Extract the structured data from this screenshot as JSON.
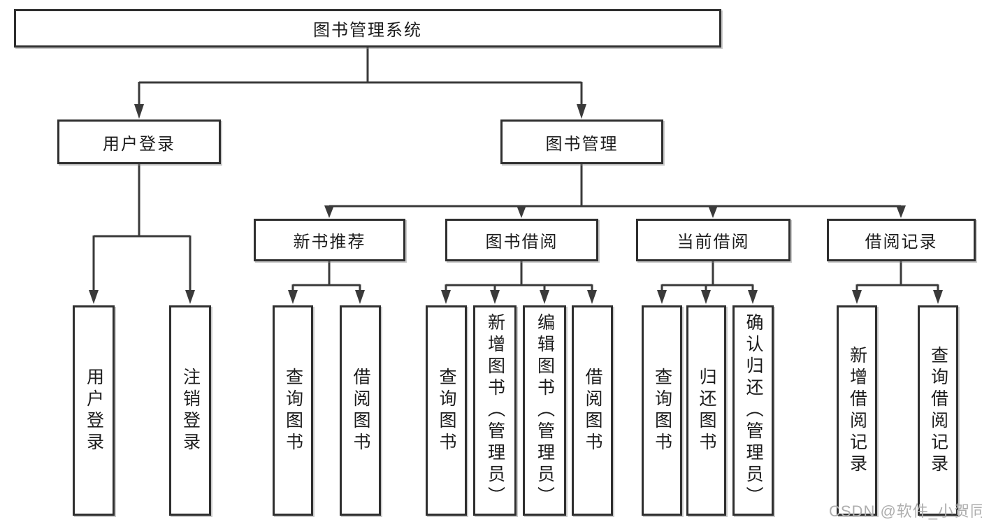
{
  "diagram": {
    "nodes": {
      "root": "图书管理系统",
      "user_login": "用户登录",
      "book_mgmt": "图书管理",
      "new_books": "新书推荐",
      "book_borrow": "图书借阅",
      "current_borrow": "当前借阅",
      "borrow_records": "借阅记录"
    },
    "leaves": {
      "user_login": [
        "用户登录",
        "注销登录"
      ],
      "new_books": [
        "查询图书",
        "借阅图书"
      ],
      "book_borrow": [
        "查询图书",
        "新增图书（管理员）",
        "编辑图书（管理员）",
        "借阅图书"
      ],
      "current_borrow": [
        "查询图书",
        "归还图书",
        "确认归还（管理员）"
      ],
      "borrow_records": [
        "新增借阅记录",
        "查询借阅记录"
      ]
    },
    "colors": {
      "line": "#3a3a3a",
      "border": "#2f2f2f",
      "text": "#1c1c1c",
      "watermark": "#aeaeae"
    },
    "watermark": "CSDN @软件_小贺同学"
  }
}
